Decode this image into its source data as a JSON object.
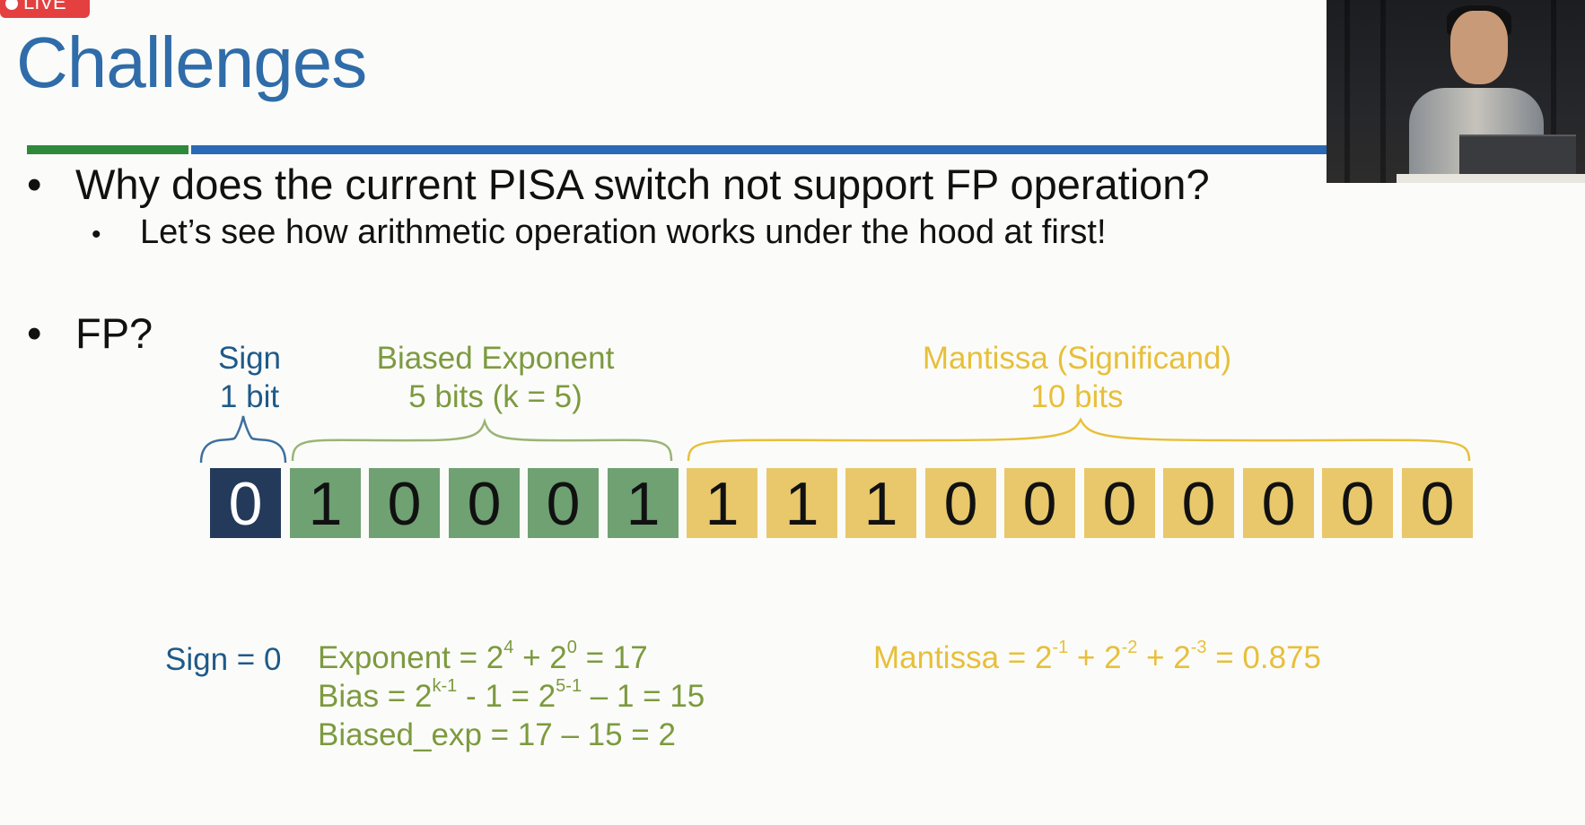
{
  "live_badge": {
    "label": "LIVE"
  },
  "slide": {
    "title": "Challenges",
    "bullets": [
      {
        "marker": "•",
        "text": "Why does the current PISA switch not support FP operation?"
      },
      {
        "marker": "•",
        "text": "Let’s see how arithmetic operation works under the hood at first!"
      },
      {
        "marker": "•",
        "text": "FP?"
      }
    ],
    "fields": {
      "sign": {
        "name": "Sign",
        "size": "1 bit"
      },
      "exponent": {
        "name": "Biased Exponent",
        "size": "5 bits (k = 5)"
      },
      "mantissa": {
        "name": "Mantissa (Significand)",
        "size": "10 bits"
      }
    },
    "bits": [
      "0",
      "1",
      "0",
      "0",
      "0",
      "1",
      "1",
      "1",
      "1",
      "0",
      "0",
      "0",
      "0",
      "0",
      "0",
      "0"
    ],
    "calculations": {
      "sign": "Sign = 0",
      "exponent": {
        "pre": "Exponent = 2",
        "sup1": "4",
        "mid": " + 2",
        "sup2": "0",
        "post": " = 17"
      },
      "bias": {
        "pre": "Bias = 2",
        "sup1": "k-1",
        "mid": " - 1 = 2",
        "sup2": "5-1",
        "post": " – 1 = 15"
      },
      "biased_exp": "Biased_exp = 17 – 15 = 2",
      "mantissa": {
        "pre": "Mantissa = 2",
        "sup1": "-1",
        "mid1": " + 2",
        "sup2": "-2",
        "mid2": " + 2",
        "sup3": "-3",
        "post": " = 0.875"
      }
    },
    "colors": {
      "title": "#2f6ca9",
      "sign": "#243a5b",
      "exponent": "#6fa173",
      "mantissa": "#e8c86b",
      "rule_green": "#2e8a3a",
      "rule_blue": "#2a69b5"
    }
  },
  "video_overlay": {
    "icon": "speaker-video-feed"
  }
}
